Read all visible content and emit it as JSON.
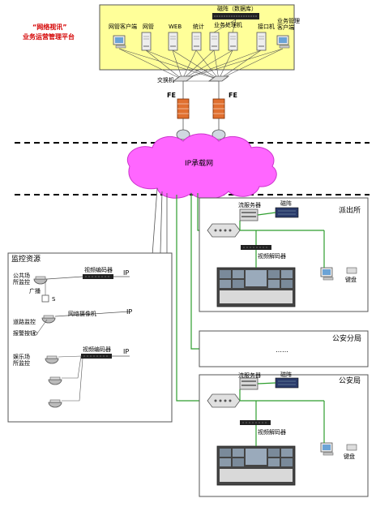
{
  "platform": {
    "title_line1": "“网络视讯”",
    "title_line2": "业务运营管理平台",
    "disk_array_label": "磁阵（数据库）",
    "servers": [
      "网管客户端",
      "网管",
      "WEB",
      "统计",
      "业务处理机",
      "接口机",
      "业务管理客户端"
    ],
    "switch_label": "交换机",
    "fe_left": "FE",
    "fe_right": "FE"
  },
  "network": {
    "cloud_label": "IP承载网"
  },
  "monitoring": {
    "title": "监控资源",
    "public_site": "公共场所监控",
    "broadcast": "广播",
    "s_label": "S",
    "encoder_label": "视频编码器",
    "ip_label": "IP",
    "road_monitor": "道路监控",
    "network_camera": "网络摄像机",
    "alarm_button": "报警按钮",
    "entertainment_site": "娱乐场所监控"
  },
  "police_station": {
    "title": "派出所",
    "stream_server": "流服务器",
    "disk_array": "磁阵",
    "decoder": "视频解码器",
    "keyboard": "键盘"
  },
  "branch_bureau": {
    "title": "公安分局",
    "ellipsis": "……"
  },
  "bureau": {
    "title": "公安局",
    "stream_server": "流服务器",
    "disk_array": "磁阵",
    "decoder": "视频解码器",
    "keyboard": "键盘"
  },
  "colors": {
    "platform_bg": "#ffff99",
    "cloud": "#ff66ff",
    "green_line": "#2e9e2e",
    "red_text": "#d40000"
  }
}
